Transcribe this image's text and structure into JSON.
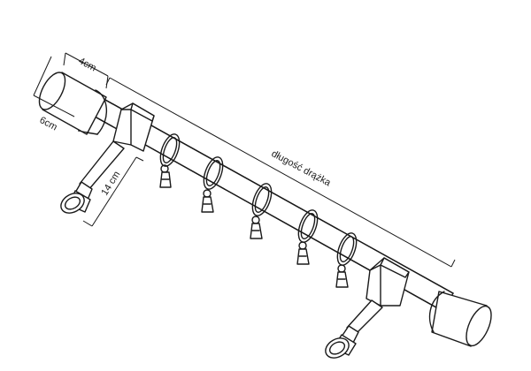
{
  "dimensions": {
    "cap_length": "4cm",
    "cap_diameter": "6cm",
    "bracket_depth": "14 cm",
    "rod_length": "długość drążka"
  },
  "parts": {
    "rings": 5,
    "brackets": 2
  },
  "colors": {
    "stroke": "#1a1a1a",
    "fill": "#ffffff"
  }
}
